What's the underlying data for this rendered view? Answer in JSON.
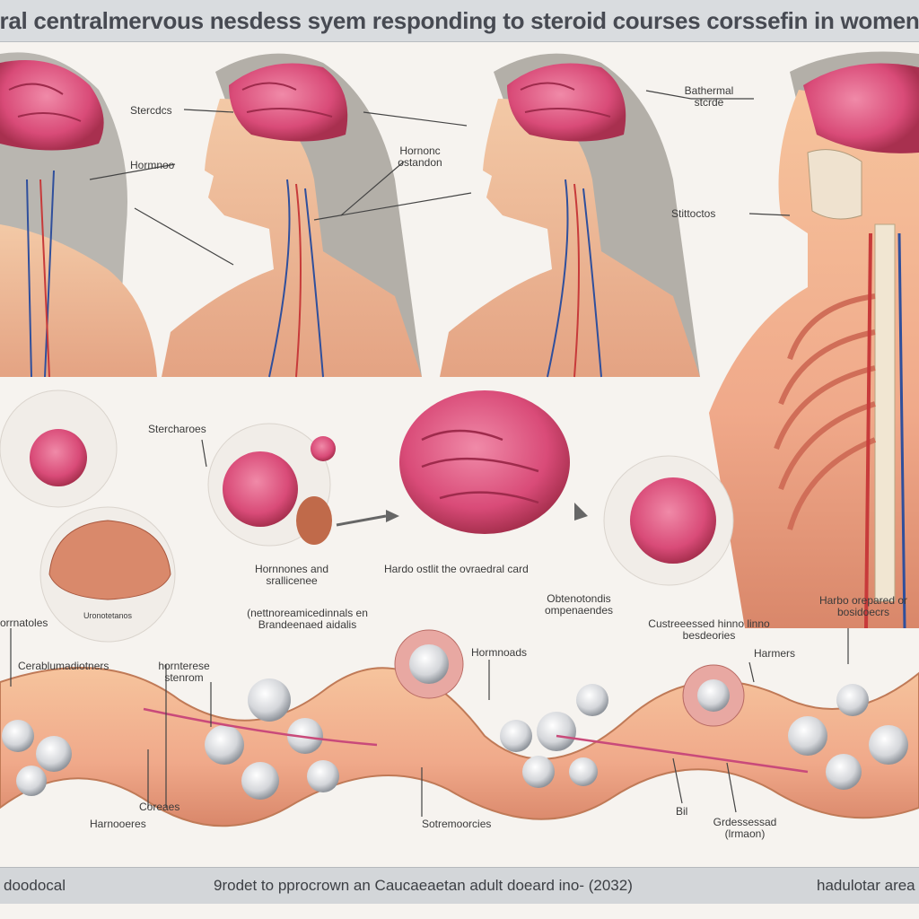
{
  "title": "ral centralmervous nesdess syem responding to steroid courses corssefin in women",
  "footer": {
    "left": "doodocal",
    "center": "9rodet to pprocrown an Caucaeaetan adult doeard ino- (2032)",
    "right": "hadulotar area"
  },
  "labels": {
    "stercdcs": "Stercdcs",
    "hormnoo": "Hormnoo",
    "horndnc_ostandon": "Hornonc ostandon",
    "bathermal_stcrde": "Bathermal stcrde",
    "stictoctos": "Stittoctos",
    "stercharoes": "Stercharoes",
    "hormnnes_and_srallicenee": "Hornnones and srallicenee",
    "uronotetanos": "Uronotetanos",
    "herdo_ostic": "Hardo ostlit the ovraedral card",
    "obtenotondis": "Obtenotondis ompenaendes",
    "nepothecotic_hormnoes": "(nettnoreamicedinnals en Brandeenaed aidalis",
    "orrrnatoles": "orrnatoles",
    "cerablumadiotnors": "Cerablumadiotners",
    "horrterese_stenrom": "hornterese stenrom",
    "hormroads": "Hormnoads",
    "custreeessed_hinno": "Custreeessed hinno linno besdeories",
    "harmers": "Harmers",
    "hardo_oreparded": "Harbo orepared or bosidoecrs",
    "coreaes": "Coreaes",
    "harnooeres": "Harnooeres",
    "sohrmoorcies": "Sotremoorcies",
    "bil": "Bil",
    "grdesceasad": "Grdessessad (lrmaon)"
  }
}
